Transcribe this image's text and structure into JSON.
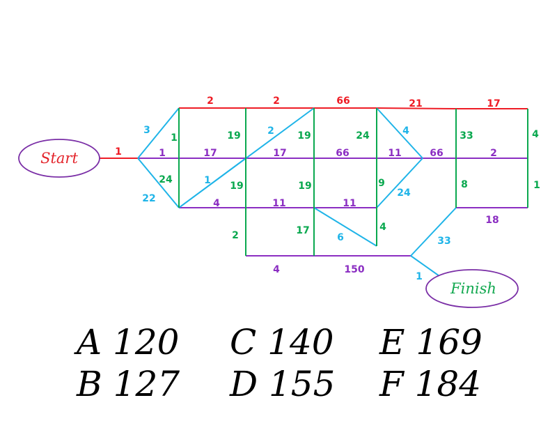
{
  "colors": {
    "red": "#ee1c25",
    "green": "#0aa84f",
    "blue": "#1fb4e8",
    "purple": "#8b2ec2",
    "start_text": "#e3232a",
    "finish_text": "#12a84f"
  },
  "start": {
    "label": "Start"
  },
  "finish": {
    "label": "Finish"
  },
  "edges": [
    {
      "id": "start-link",
      "w": "1",
      "color": "red"
    },
    {
      "id": "top-a",
      "w": "2",
      "color": "red"
    },
    {
      "id": "top-b",
      "w": "2",
      "color": "red"
    },
    {
      "id": "top-c",
      "w": "66",
      "color": "red"
    },
    {
      "id": "top-d",
      "w": "21",
      "color": "red"
    },
    {
      "id": "top-e",
      "w": "17",
      "color": "red"
    },
    {
      "id": "mid-a",
      "w": "1",
      "color": "purple"
    },
    {
      "id": "mid-b",
      "w": "17",
      "color": "purple"
    },
    {
      "id": "mid-c",
      "w": "17",
      "color": "purple"
    },
    {
      "id": "mid-d",
      "w": "66",
      "color": "purple"
    },
    {
      "id": "mid-e",
      "w": "11",
      "color": "purple"
    },
    {
      "id": "mid-f",
      "w": "66",
      "color": "purple"
    },
    {
      "id": "mid-g",
      "w": "2",
      "color": "purple"
    },
    {
      "id": "low-a",
      "w": "4",
      "color": "purple"
    },
    {
      "id": "low-b",
      "w": "11",
      "color": "purple"
    },
    {
      "id": "low-c",
      "w": "11",
      "color": "purple"
    },
    {
      "id": "right-low",
      "w": "18",
      "color": "purple"
    },
    {
      "id": "bottom-a",
      "w": "4",
      "color": "purple"
    },
    {
      "id": "bottom-b",
      "w": "150",
      "color": "purple"
    },
    {
      "id": "diag-up-1",
      "w": "3",
      "color": "blue"
    },
    {
      "id": "diag-down-1",
      "w": "22",
      "color": "blue"
    },
    {
      "id": "diag-long",
      "w": "2",
      "color": "blue"
    },
    {
      "id": "diag-low",
      "w": "1",
      "color": "blue"
    },
    {
      "id": "diag-right-up",
      "w": "4",
      "color": "blue"
    },
    {
      "id": "diag-right-down",
      "w": "24",
      "color": "blue"
    },
    {
      "id": "diag-v",
      "w": "6",
      "color": "blue"
    },
    {
      "id": "diag-finish-1",
      "w": "33",
      "color": "blue"
    },
    {
      "id": "finish-link",
      "w": "1",
      "color": "blue"
    },
    {
      "id": "v1-up",
      "w": "1",
      "color": "green"
    },
    {
      "id": "v1-down",
      "w": "24",
      "color": "green"
    },
    {
      "id": "v2-up",
      "w": "19",
      "color": "green"
    },
    {
      "id": "v2-down",
      "w": "19",
      "color": "green"
    },
    {
      "id": "v2-bottom",
      "w": "2",
      "color": "green"
    },
    {
      "id": "v3-up",
      "w": "19",
      "color": "green"
    },
    {
      "id": "v3-down",
      "w": "19",
      "color": "green"
    },
    {
      "id": "v3-bottom",
      "w": "17",
      "color": "green"
    },
    {
      "id": "v4-up",
      "w": "24",
      "color": "green"
    },
    {
      "id": "v4-down",
      "w": "9",
      "color": "green"
    },
    {
      "id": "v4-bottom",
      "w": "4",
      "color": "green"
    },
    {
      "id": "v5-up",
      "w": "33",
      "color": "green"
    },
    {
      "id": "v5-down",
      "w": "8",
      "color": "green"
    },
    {
      "id": "v6-up",
      "w": "4",
      "color": "green"
    },
    {
      "id": "v6-down",
      "w": "1",
      "color": "green"
    }
  ],
  "answers": [
    {
      "letter": "A",
      "value": "120"
    },
    {
      "letter": "B",
      "value": "127"
    },
    {
      "letter": "C",
      "value": "140"
    },
    {
      "letter": "D",
      "value": "155"
    },
    {
      "letter": "E",
      "value": "169"
    },
    {
      "letter": "F",
      "value": "184"
    }
  ]
}
